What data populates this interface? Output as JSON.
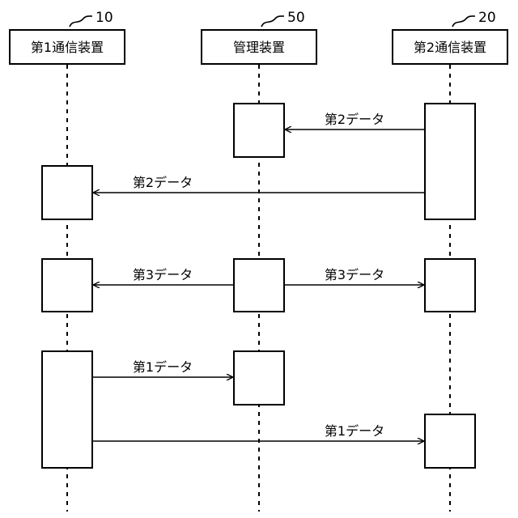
{
  "participants": [
    {
      "label": "第1通信装置",
      "ref": "10"
    },
    {
      "label": "管理装置",
      "ref": "50"
    },
    {
      "label": "第2通信装置",
      "ref": "20"
    }
  ],
  "messages": [
    {
      "label": "第2データ",
      "from": "第2通信装置",
      "to": "管理装置"
    },
    {
      "label": "第2データ",
      "from": "第2通信装置",
      "to": "第1通信装置"
    },
    {
      "label": "第3データ",
      "from": "管理装置",
      "to": "第1通信装置"
    },
    {
      "label": "第3データ",
      "from": "管理装置",
      "to": "第2通信装置"
    },
    {
      "label": "第1データ",
      "from": "第1通信装置",
      "to": "管理装置"
    },
    {
      "label": "第1データ",
      "from": "第1通信装置",
      "to": "第2通信装置"
    }
  ]
}
